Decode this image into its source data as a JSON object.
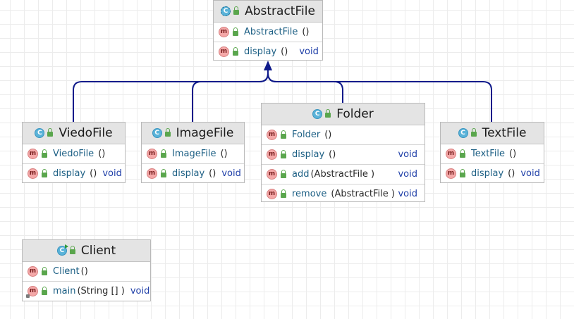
{
  "classes": {
    "abstractfile": {
      "name": "AbstractFile",
      "members": [
        {
          "name": "AbstractFile",
          "params": "()",
          "returns": ""
        },
        {
          "name": "display",
          "params": "()",
          "returns": "void"
        }
      ]
    },
    "viedofile": {
      "name": "ViedoFile",
      "members": [
        {
          "name": "ViedoFile",
          "params": "()",
          "returns": ""
        },
        {
          "name": "display",
          "params": "()",
          "returns": "void"
        }
      ]
    },
    "imagefile": {
      "name": "ImageFile",
      "members": [
        {
          "name": "ImageFile",
          "params": "()",
          "returns": ""
        },
        {
          "name": "display",
          "params": "()",
          "returns": "void"
        }
      ]
    },
    "folder": {
      "name": "Folder",
      "members": [
        {
          "name": "Folder",
          "params": "()",
          "returns": ""
        },
        {
          "name": "display",
          "params": "()",
          "returns": "void"
        },
        {
          "name": "add",
          "params": "(AbstractFile  )",
          "returns": "void"
        },
        {
          "name": "remove",
          "params": "(AbstractFile  )",
          "returns": "void"
        }
      ]
    },
    "textfile": {
      "name": "TextFile",
      "members": [
        {
          "name": "TextFile",
          "params": "()",
          "returns": ""
        },
        {
          "name": "display",
          "params": "()",
          "returns": "void"
        }
      ]
    },
    "client": {
      "name": "Client",
      "members": [
        {
          "name": "Client",
          "params": "()",
          "returns": ""
        },
        {
          "name": "main",
          "params": "(String [] )",
          "returns": "void"
        }
      ]
    }
  },
  "relations": [
    {
      "from": "ViedoFile",
      "to": "AbstractFile",
      "type": "inheritance"
    },
    {
      "from": "ImageFile",
      "to": "AbstractFile",
      "type": "inheritance"
    },
    {
      "from": "Folder",
      "to": "AbstractFile",
      "type": "inheritance"
    },
    {
      "from": "TextFile",
      "to": "AbstractFile",
      "type": "inheritance"
    }
  ],
  "icons": {
    "class": "class-icon",
    "abstract_class": "abstract-class-icon",
    "main_class": "runnable-class-icon",
    "method": "method-icon",
    "visibility": "public-lock-icon"
  },
  "colors": {
    "edge": "#0f1a8a",
    "header_bg": "#e4e4e4",
    "member_name": "#1c5f84",
    "return_type": "#1f3fa8",
    "class_badge": "#5ab3d9",
    "method_badge": "#f4a8a8",
    "visibility": "#5aa64d"
  }
}
